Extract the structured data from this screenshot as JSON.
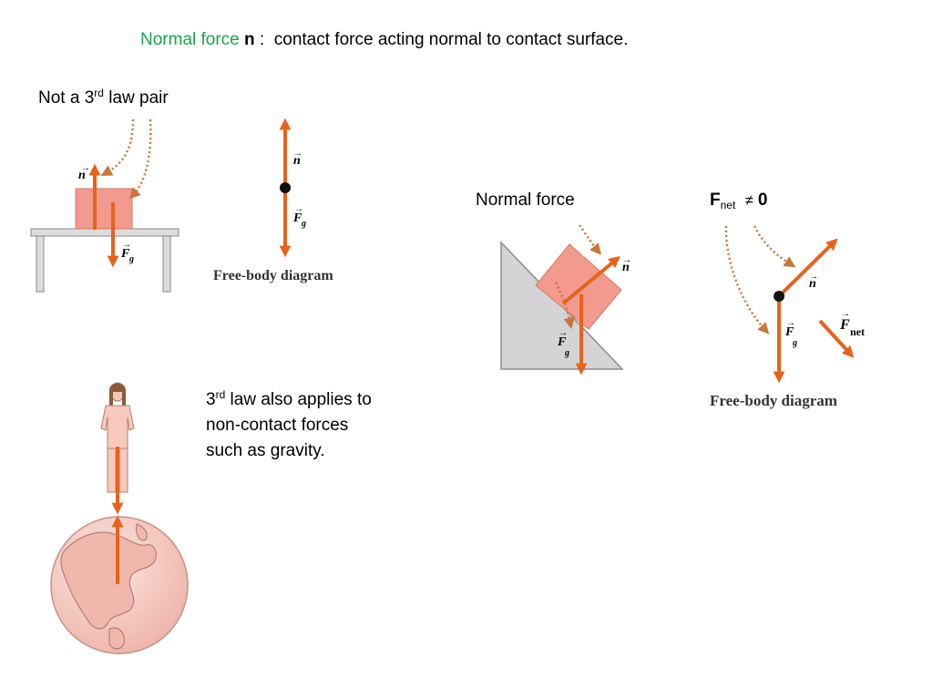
{
  "title": {
    "term": "Normal force",
    "symbol": "n",
    "colon": ":",
    "definition": "contact force acting normal to contact surface."
  },
  "left_label": {
    "before": "Not a 3",
    "sup": "rd",
    "after": " law pair"
  },
  "normal_force_label": "Normal force",
  "fnet_label": {
    "base": "F",
    "sub": "net",
    "relation": "≠",
    "value": "0"
  },
  "gravity_note": {
    "sup_before": "3",
    "sup": "rd",
    "line1_rest": " law also applies to",
    "line2": "non-contact forces",
    "line3": "such as gravity."
  },
  "diagram1": {
    "n_label": "n",
    "fg_label": "F",
    "fg_sub": "g"
  },
  "fbd1": {
    "n_label": "n",
    "fg_label": "F",
    "fg_sub": "g",
    "caption": "Free-body diagram"
  },
  "incline": {
    "n_label": "n",
    "fg_label": "F",
    "fg_sub": "g"
  },
  "fbd2": {
    "n_label": "n",
    "fg_label": "F",
    "fg_sub": "g",
    "fnet_label": "F",
    "fnet_sub": "net",
    "caption": "Free-body diagram"
  },
  "colors": {
    "arrow": "#e8621a",
    "dotted_arrow": "#c9773a",
    "block": "#f29a8e",
    "ramp": "#d4d4d6",
    "title_green": "#1aa64a",
    "earth": "#f6cfc7"
  }
}
